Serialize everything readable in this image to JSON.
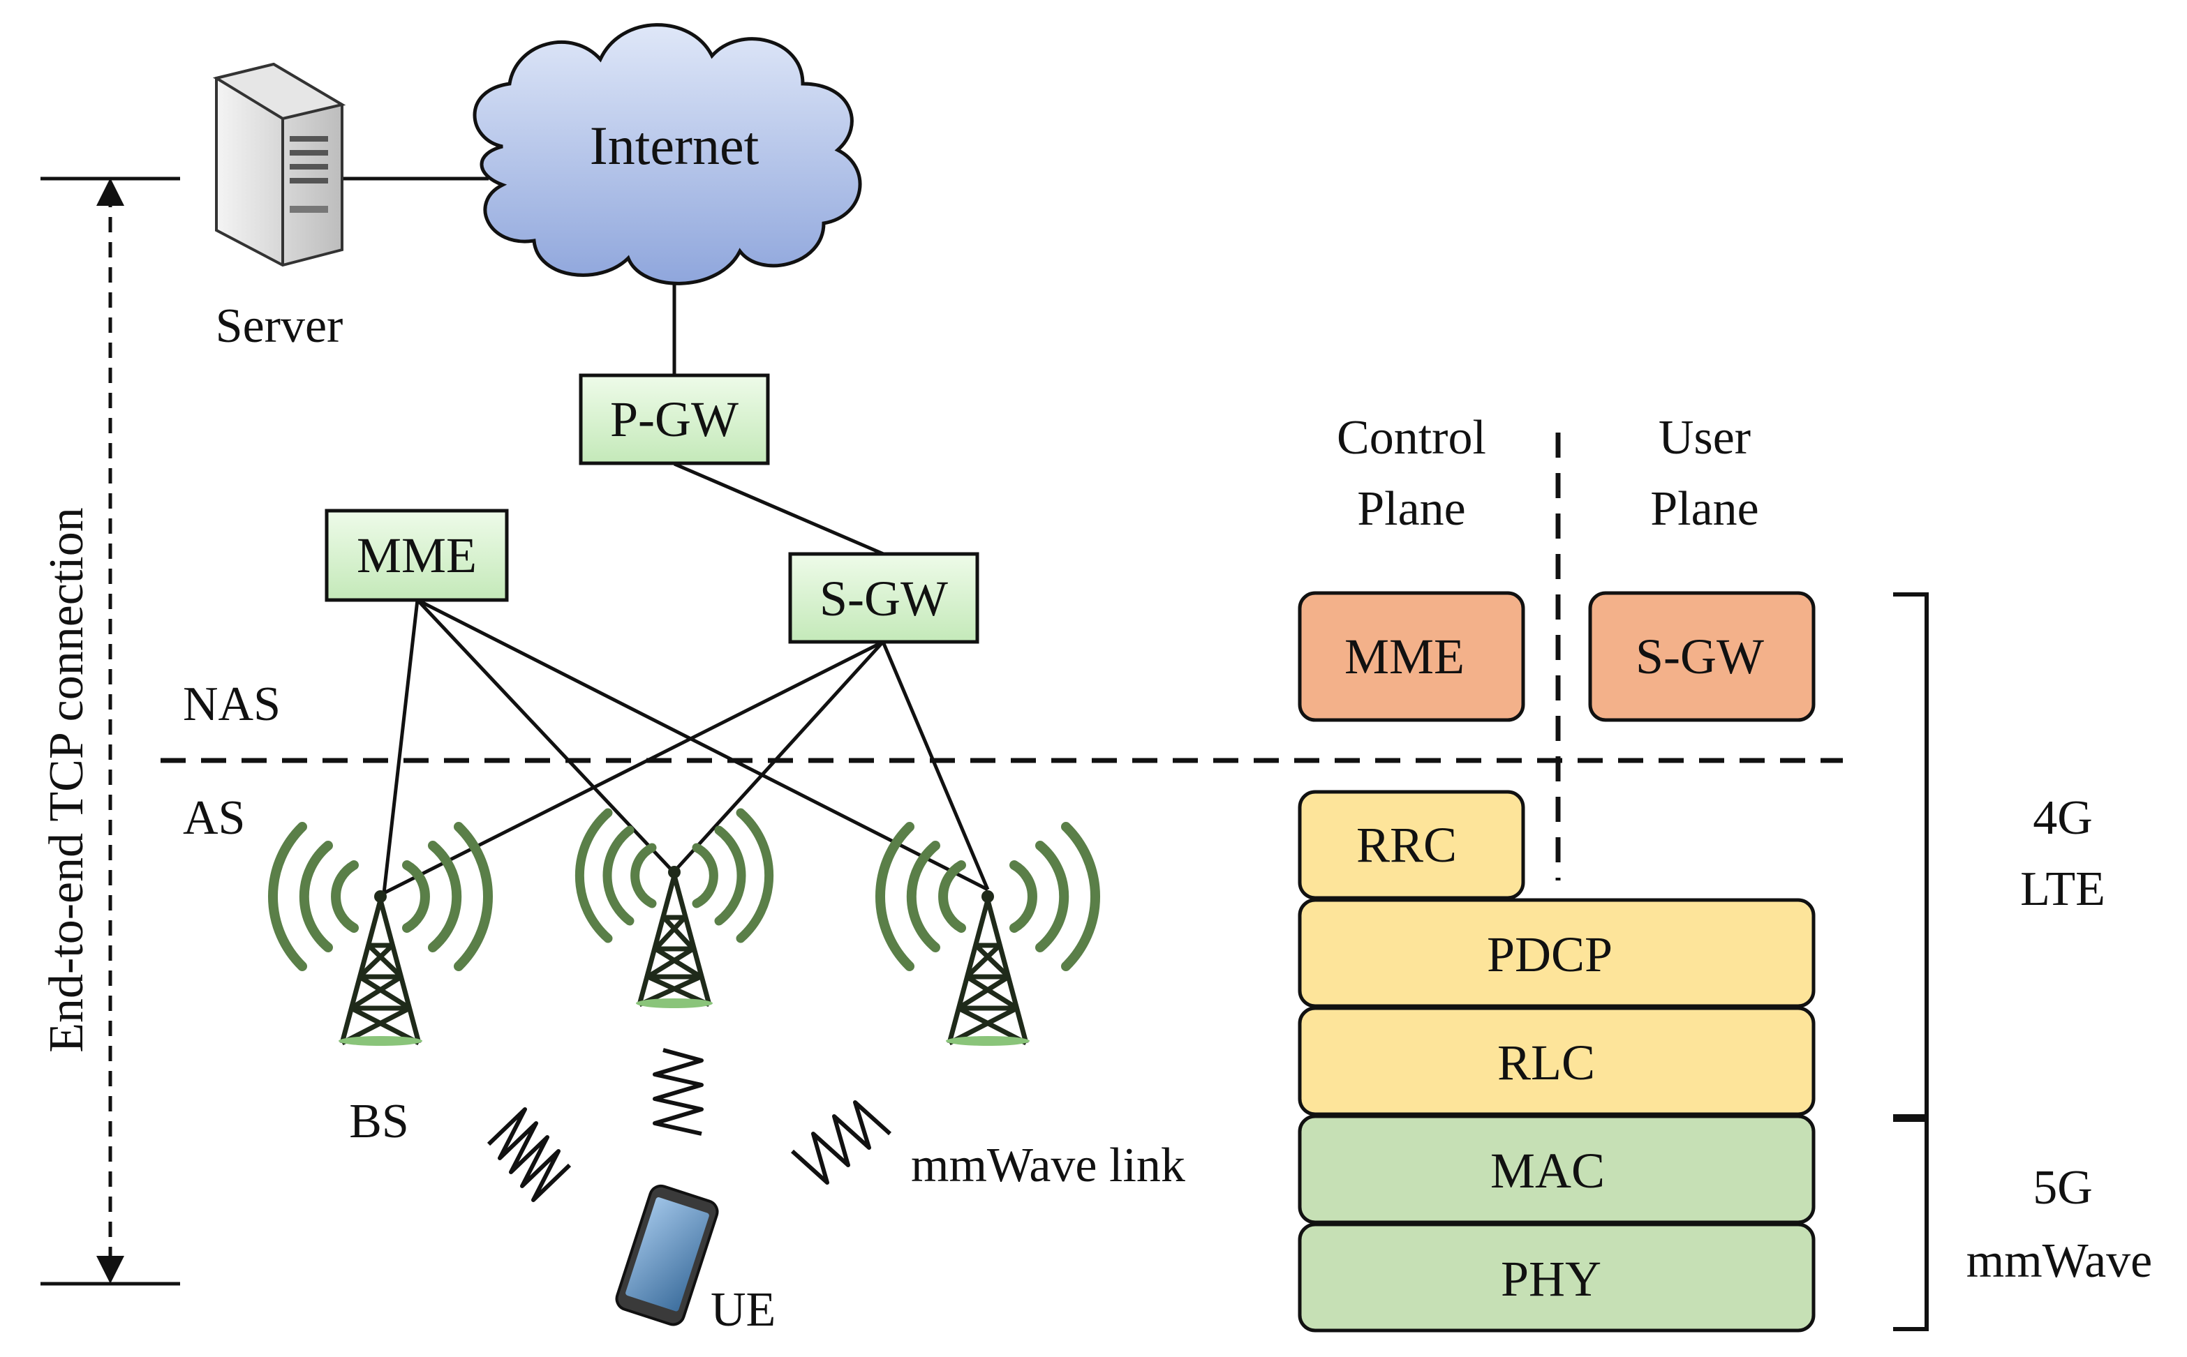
{
  "network": {
    "internet": "Internet",
    "server": "Server",
    "pgw": "P-GW",
    "mme": "MME",
    "sgw": "S-GW",
    "nas": "NAS",
    "as": "AS",
    "bs": "BS",
    "ue": "UE",
    "mmwave_link": "mmWave link",
    "tcp_connection": "End-to-end TCP connection"
  },
  "stack": {
    "control_plane_line1": "Control",
    "control_plane_line2": "Plane",
    "user_plane_line1": "User",
    "user_plane_line2": "Plane",
    "mme": "MME",
    "sgw": "S-GW",
    "rrc": "RRC",
    "pdcp": "PDCP",
    "rlc": "RLC",
    "mac": "MAC",
    "phy": "PHY",
    "lte_line1": "4G",
    "lte_line2": "LTE",
    "mmw_line1": "5G",
    "mmw_line2": "mmWave"
  },
  "colors": {
    "node_green": "#d6f2cf",
    "core_orange": "#f3b18a",
    "lte_yellow": "#fde49a",
    "mmw_green": "#c6e0b5",
    "tower_green": "#5a7f48",
    "cloud_blue": "#a9bde6"
  }
}
